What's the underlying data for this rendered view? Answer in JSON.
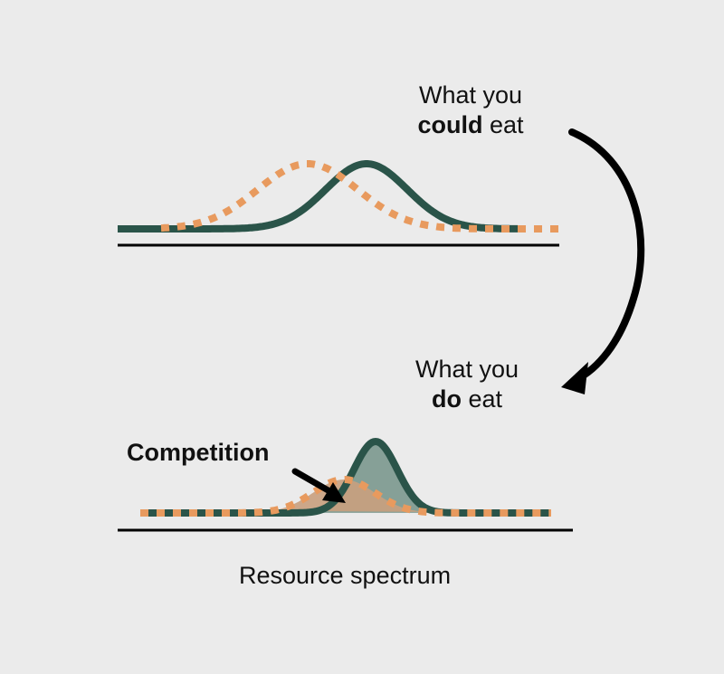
{
  "labels": {
    "could_line1": "What you",
    "could_bold": "could",
    "could_rest": " eat",
    "do_line1": "What you",
    "do_bold": "do",
    "do_rest": " eat",
    "competition": "Competition",
    "axis": "Resource spectrum"
  },
  "colors": {
    "background": "#ebebeb",
    "green": "#2a5449",
    "orange": "#e89a5e",
    "green_fill": "#86a097",
    "orange_fill": "#c9a07e"
  }
}
